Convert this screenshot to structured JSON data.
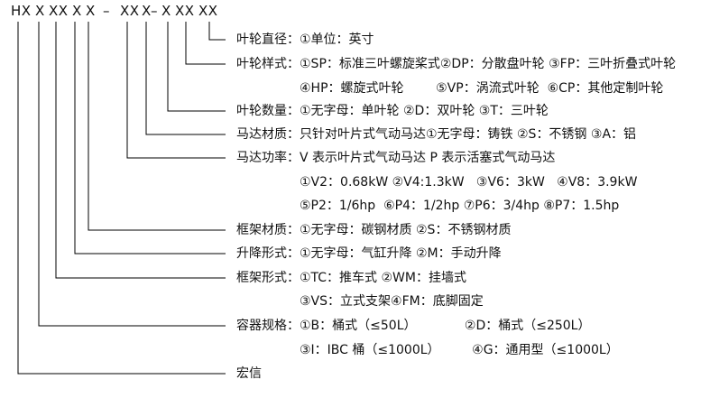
{
  "code_parts": [
    "HX",
    "X",
    "XX",
    "X",
    "X",
    "–",
    "XX",
    "X",
    "–",
    "X",
    "XX",
    "XX"
  ],
  "rows": [
    {
      "label": "叶轮直径：",
      "lines": [
        "①单位：英寸"
      ]
    },
    {
      "label": "叶轮样式：",
      "lines": [
        "①SP：标准三叶螺旋桨式②DP：分散盘叶轮 ③FP：三叶折叠式叶轮",
        "④HP：螺旋式叶轮        ⑤VP：涡流式叶轮  ⑥CP：其他定制叶轮"
      ]
    },
    {
      "label": "叶轮数量：",
      "lines": [
        "①无字母：单叶轮 ②D：双叶轮 ③T：三叶轮"
      ]
    },
    {
      "label": "马达材质：",
      "lines": [
        "只针对叶片式气动马达①无字母：铸铁 ②S：不锈钢 ③A：铝"
      ]
    },
    {
      "label": "马达功率：",
      "lines": [
        "V 表示叶片式气动马达 P 表示活塞式气动马达",
        "①V2：0.68kW ②V4:1.3kW   ③V6：3kW   ④V8：3.9kW",
        "⑤P2：1/6hp  ⑥P4：1/2hp ⑦P6：3/4hp ⑧P7：1.5hp"
      ]
    },
    {
      "label": "框架材质：",
      "lines": [
        "①无字母：碳钢材质 ②S：不锈钢材质"
      ]
    },
    {
      "label": "升降形式：",
      "lines": [
        "①无字母：气缸升降 ②M：手动升降"
      ]
    },
    {
      "label": "框架形式：",
      "lines": [
        "①TC：推车式 ②WM：挂墙式",
        "③VS：立式支架④FM：底脚固定"
      ]
    },
    {
      "label": "容器规格：",
      "lines": [
        "①B：桶式（≤50L）            ②D：桶式（≤250L）",
        "③I：IBC 桶（≤1000L）        ④G：通用型（≤1000L）"
      ]
    },
    {
      "label": "宏信",
      "lines": []
    }
  ]
}
